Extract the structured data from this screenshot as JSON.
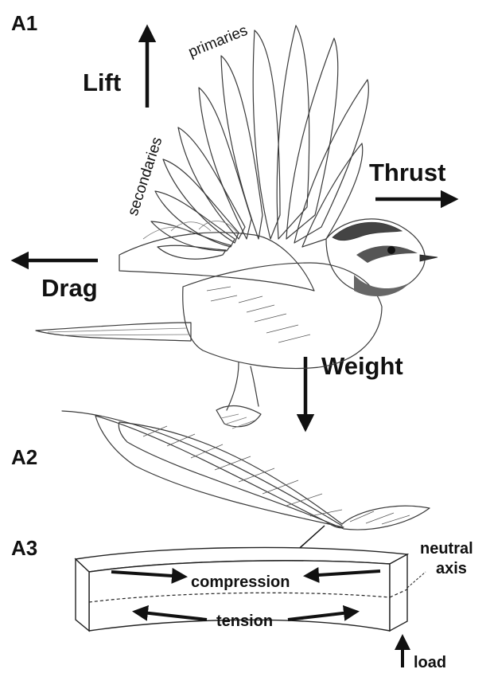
{
  "panels": {
    "a1": "A1",
    "a2": "A2",
    "a3": "A3"
  },
  "forces": {
    "lift": "Lift",
    "thrust": "Thrust",
    "drag": "Drag",
    "weight": "Weight"
  },
  "wing_labels": {
    "primaries": "primaries",
    "secondaries": "secondaries"
  },
  "beam": {
    "compression": "compression",
    "tension": "tension",
    "neutral_axis_line1": "neutral",
    "neutral_axis_line2": "axis",
    "load": "load"
  },
  "colors": {
    "ink": "#111111",
    "sketch": "#3a3a3a",
    "background": "#ffffff"
  }
}
